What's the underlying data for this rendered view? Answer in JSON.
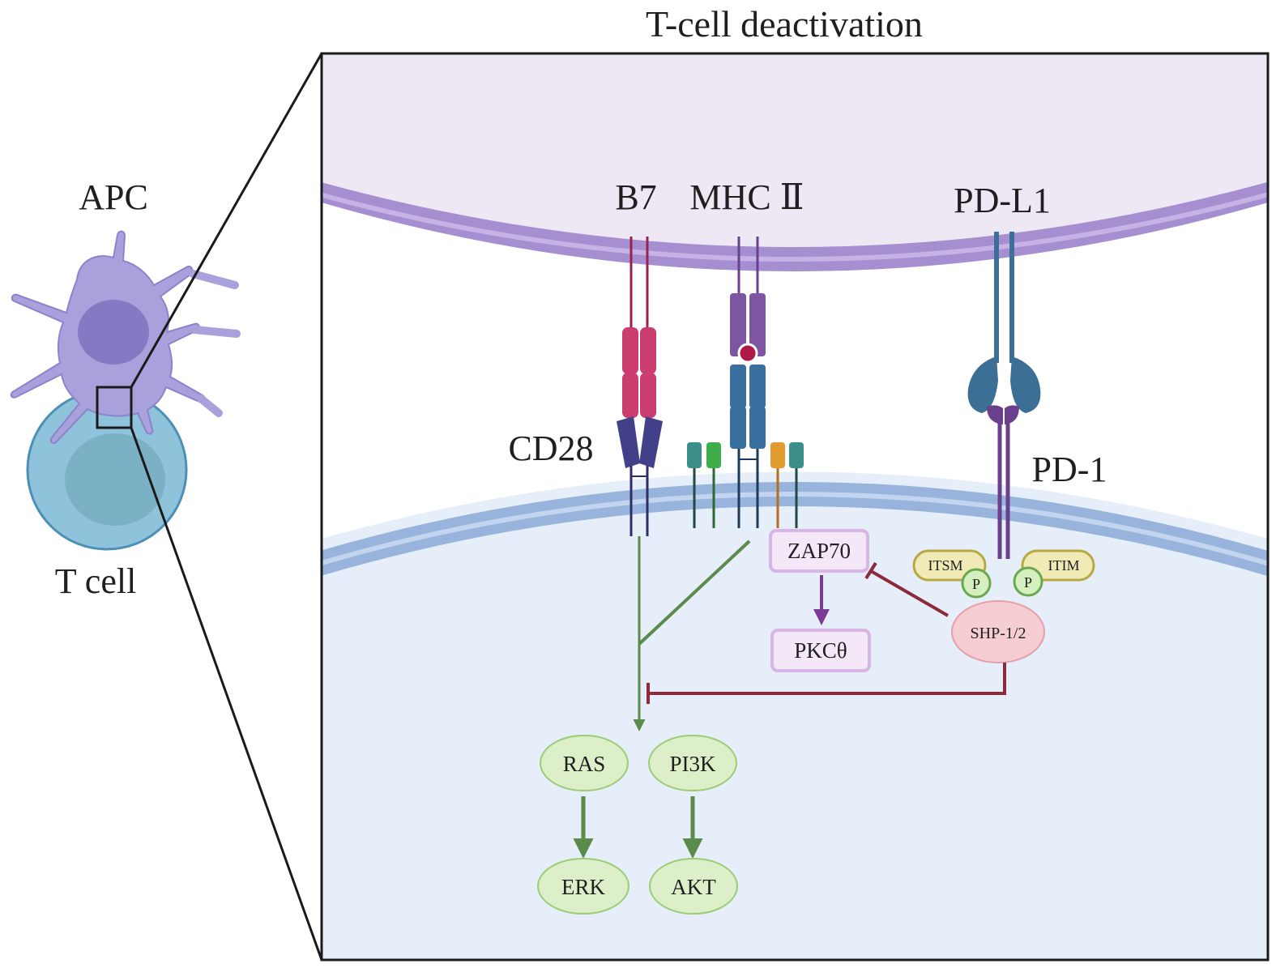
{
  "title": "T-cell deactivation",
  "cells": {
    "apc": "APC",
    "t_cell": "T cell"
  },
  "receptors": {
    "b7": "B7",
    "mhc": "MHC Ⅱ",
    "pdl1": "PD-L1",
    "cd28": "CD28",
    "pd1": "PD-1"
  },
  "motifs": {
    "itsm": "ITSM",
    "itim": "ITIM",
    "p": "P"
  },
  "signaling": {
    "zap70": "ZAP70",
    "pkc": "PKCθ",
    "shp": "SHP-1/2",
    "ras": "RAS",
    "pi3k": "PI3K",
    "erk": "ERK",
    "akt": "AKT"
  },
  "colors": {
    "apc_fill": "#eee8f5",
    "apc_membrane": "#a58fd0",
    "tcell_fill": "#e6eef9",
    "tcell_membrane": "#98b4dc",
    "activation_arrow": "#5b8a4a",
    "inhibition_line": "#8b2a3a",
    "pkc_arrow": "#7a3a95"
  }
}
